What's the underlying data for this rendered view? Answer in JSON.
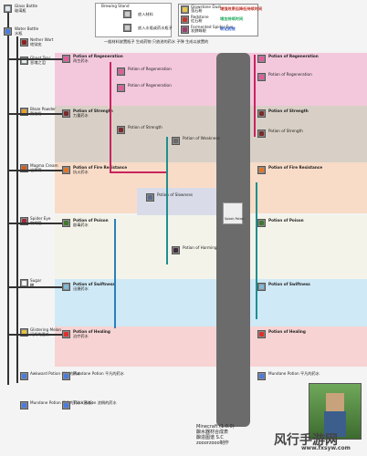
{
  "header": {
    "brewing_stand": "Brewing Stand",
    "input_material": "放入材料",
    "input_bottle": "放入水瓶或药水瓶子",
    "note": "一般材料放置瓶子 生成药物 只放进的药水 子弹 生成以放置的"
  },
  "legend": {
    "rows": [
      {
        "en": "Glowstone Dust",
        "zh": "萤石粉",
        "note": "增强效果但降低持续时间",
        "color": "#c0392b"
      },
      {
        "en": "Redstone",
        "zh": "红石粉",
        "note": "增加持续时间",
        "color": "#27ae60"
      },
      {
        "en": "Fermented Spider Eye",
        "zh": "发酵蛛眼",
        "note": "转化药效",
        "color": "#2f5fd0"
      }
    ]
  },
  "left_items": [
    {
      "en": "Glass Bottle",
      "zh": "玻璃瓶"
    },
    {
      "en": "Water Bottle",
      "zh": "水瓶"
    },
    {
      "en": "Nether Wart",
      "zh": "地狱疣"
    },
    {
      "en": "Ghast Tear",
      "zh": "恶魂之泪"
    },
    {
      "en": "Blaze Powder",
      "zh": "烈焰粉"
    },
    {
      "en": "Magma Cream",
      "zh": "岩浆膏"
    },
    {
      "en": "Spider Eye",
      "zh": "蜘蛛眼"
    },
    {
      "en": "Sugar",
      "zh": "糖"
    },
    {
      "en": "Glistering Melon",
      "zh": "闪烁的西瓜"
    }
  ],
  "potions": [
    {
      "en": "Potion of Regeneration",
      "zh": "再生药水",
      "band": "regen"
    },
    {
      "en": "Potion of Strength",
      "zh": "力量药水",
      "band": "strength"
    },
    {
      "en": "Potion of Fire Resistance",
      "zh": "抗火药水",
      "band": "fire"
    },
    {
      "en": "Potion of Poison",
      "zh": "剧毒药水",
      "band": "poison"
    },
    {
      "en": "Potion of Swiftness",
      "zh": "迅捷药水",
      "band": "swift"
    },
    {
      "en": "Potion of Healing",
      "zh": "治疗药水",
      "band": "heal"
    }
  ],
  "middle_labels": [
    "Potion of Slowness",
    "Potion of Weakness",
    "Potion of Harming",
    "Awkward Potion",
    "Mundane Potion",
    "Thick Potion"
  ],
  "center_column": {
    "label": "Splash Potion",
    "zh": "喷溅药水"
  },
  "bottom": {
    "awkward": "Awkward Potion 粗制的药水",
    "mundane": "Mundane Potion 平凡的药水",
    "mundane_extended": "Mundane Potion 平凡的药水 (延长)",
    "thick": "Thick Potion 浓稠的药水",
    "version": "Minecraft (1.0.0)",
    "credits_1": "酿水器材合成表",
    "credits_2": "酿造图谱 S.C",
    "credits_3": "zooorzooo制作"
  },
  "watermark": {
    "text": "风行手游网",
    "url": "www.fxsyw.com"
  },
  "colors": {
    "regen": "#f3c8dc",
    "strength": "#d8d0c6",
    "fire": "#f8dcc8",
    "poison": "#f3f3ea",
    "swift": "#cfe9f6",
    "heal": "#f7d3d3",
    "slowness": "#d9dce8",
    "red_line": "#c9245e",
    "blue_line": "#2c7fb8",
    "teal_line": "#1f8f8f",
    "dark_line": "#333333"
  }
}
